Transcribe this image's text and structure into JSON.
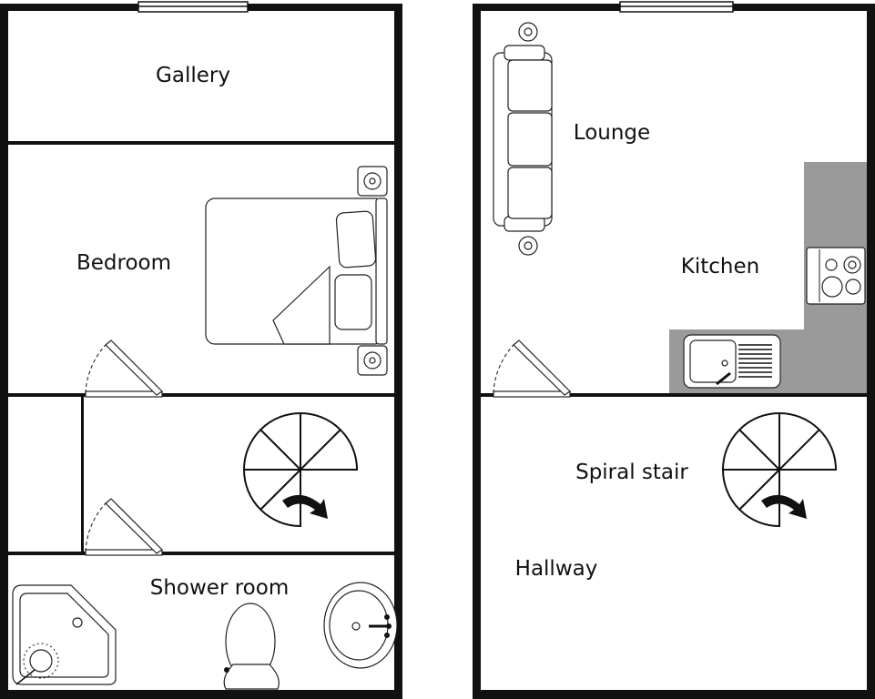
{
  "plan": {
    "upper_floor": {
      "rooms": {
        "gallery": "Gallery",
        "bedroom": "Bedroom",
        "shower_room": "Shower room"
      }
    },
    "lower_floor": {
      "rooms": {
        "lounge": "Lounge",
        "kitchen": "Kitchen",
        "spiral_stair": "Spiral stair",
        "hallway": "Hallway"
      }
    }
  },
  "colors": {
    "wall": "#111111",
    "counter": "#9a9a9a",
    "background": "#ffffff"
  }
}
